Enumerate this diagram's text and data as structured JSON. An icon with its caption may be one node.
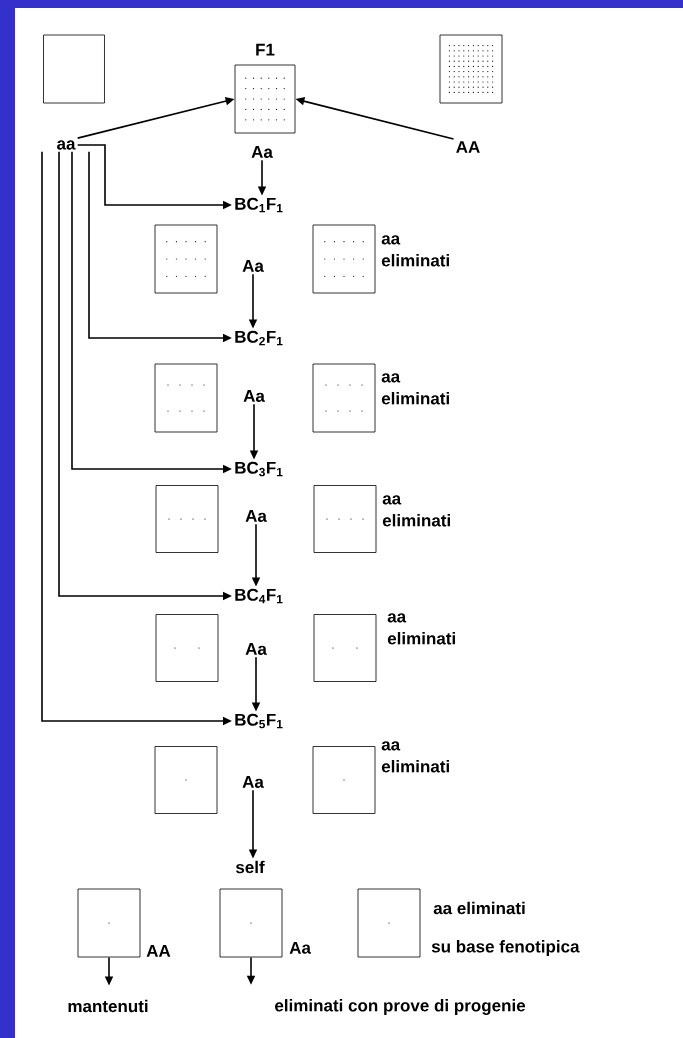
{
  "diagram": {
    "nodes": [
      {
        "text": [],
        "shape": "box"
      },
      {
        "text": [
          "F1"
        ]
      },
      {
        "text": [],
        "shape": "box"
      },
      {
        "text": [
          "aa"
        ]
      },
      {
        "text": [
          "AA"
        ]
      },
      {
        "text": [
          "Aa"
        ]
      },
      {
        "text": [
          "BC$_{1}$F$_{1}$"
        ]
      },
      {
        "text": [],
        "shape": "box"
      },
      {
        "text": [
          "Aa"
        ]
      },
      {
        "text": [],
        "shape": "box",
        "beside": [
          "aa eliminati"
        ]
      },
      {
        "text": [
          "BC$_{2}$F$_{1}$"
        ]
      },
      {
        "text": [],
        "shape": "box"
      },
      {
        "text": [
          "Aa"
        ]
      },
      {
        "text": [],
        "shape": "box",
        "beside": [
          "aa eliminati"
        ]
      },
      {
        "text": [
          "BC$_{3}$F$_{1}$"
        ]
      },
      {
        "text": [],
        "shape": "box"
      },
      {
        "text": [
          "Aa"
        ]
      },
      {
        "text": [],
        "shape": "box",
        "beside": [
          "aa eliminati"
        ]
      },
      {
        "text": [
          "BC$_{4}$F$_{1}$"
        ]
      },
      {
        "text": [],
        "shape": "box"
      },
      {
        "text": [
          "Aa"
        ]
      },
      {
        "text": [],
        "shape": "box",
        "beside": [
          "aa eliminati"
        ]
      },
      {
        "text": [
          "BC$_{5}$F$_{1}$"
        ]
      },
      {
        "text": [],
        "shape": "box"
      },
      {
        "text": [
          "Aa"
        ]
      },
      {
        "text": [],
        "shape": "box",
        "beside": [
          "aa eliminati"
        ]
      },
      {
        "text": [
          "self"
        ]
      },
      {
        "text": [],
        "shape": "box",
        "beside": [
          "AA"
        ]
      },
      {
        "text": [],
        "shape": "box",
        "beside": [
          "Aa"
        ]
      },
      {
        "text": [],
        "shape": "box",
        "beside": [
          "aa eliminati",
          "su base fenotipica"
        ]
      },
      {
        "text": [
          "mantenuti"
        ]
      },
      {
        "text": [
          "eliminati con prove di progenie"
        ]
      }
    ],
    "edges": [
      {
        "from": 3,
        "to": 1,
        "arrow": "to"
      },
      {
        "from": 4,
        "to": 1,
        "arrow": "to"
      },
      {
        "from": 5,
        "to": 6,
        "arrow": "to"
      },
      {
        "from": 3,
        "to": 6,
        "arrow": "to"
      },
      {
        "from": 8,
        "to": 10,
        "arrow": "to"
      },
      {
        "from": 3,
        "to": 10,
        "arrow": "to"
      },
      {
        "from": 12,
        "to": 14,
        "arrow": "to"
      },
      {
        "from": 3,
        "to": 14,
        "arrow": "to"
      },
      {
        "from": 16,
        "to": 18,
        "arrow": "to"
      },
      {
        "from": 3,
        "to": 18,
        "arrow": "to"
      },
      {
        "from": 20,
        "to": 22,
        "arrow": "to"
      },
      {
        "from": 3,
        "to": 22,
        "arrow": "to"
      },
      {
        "from": 24,
        "to": 26,
        "arrow": "to"
      },
      {
        "from": 27,
        "to": 30,
        "arrow": "to"
      },
      {
        "from": 28,
        "to": 31,
        "arrow": "to"
      }
    ]
  }
}
